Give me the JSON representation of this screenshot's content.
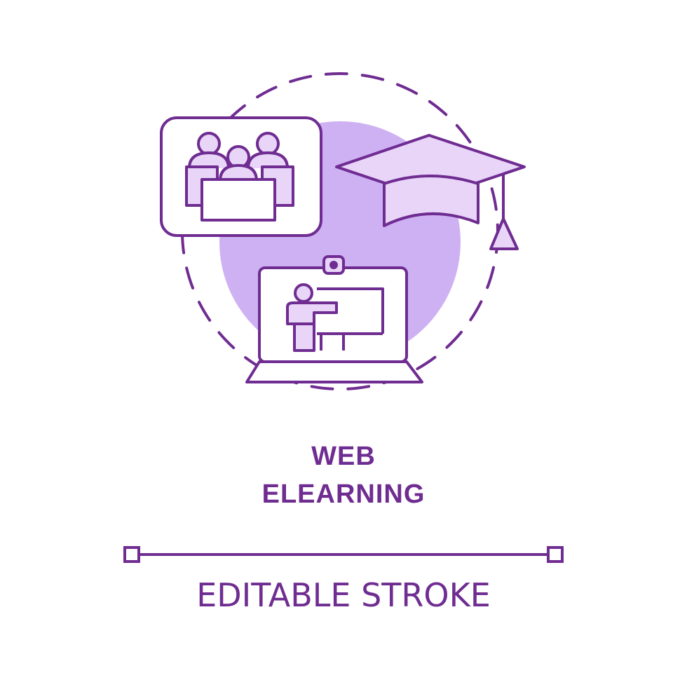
{
  "title": {
    "line1": "WEB",
    "line2": "ELEARNING"
  },
  "caption": "EDITABLE STROKE",
  "icons": [
    "classroom-icon",
    "graduation-cap-icon",
    "laptop-teacher-icon",
    "dashed-circle-icon"
  ],
  "colors": {
    "stroke": "#6f2c91",
    "fill_light": "#e8d5f8",
    "blob": "#c9a8f2"
  }
}
